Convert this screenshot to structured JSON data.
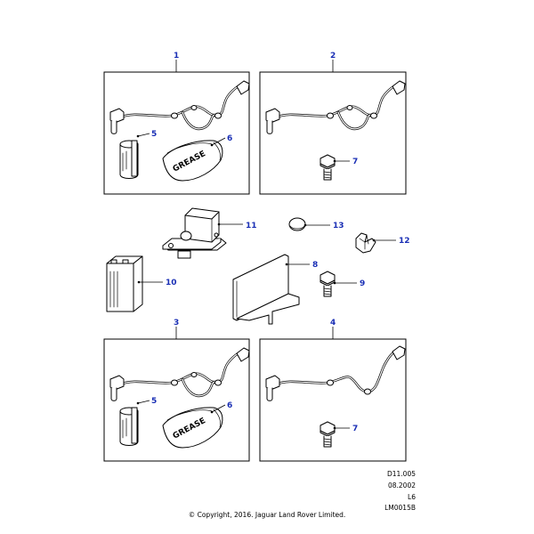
{
  "callouts": {
    "kit_1": "1",
    "kit_2": "2",
    "kit_3": "3",
    "kit_4": "4",
    "clip_5_top": "5",
    "grease_6_top": "6",
    "bolt_7_top": "7",
    "bracket_8": "8",
    "bolt_9": "9",
    "sensor_10": "10",
    "module_11": "11",
    "clip_12": "12",
    "cap_13": "13",
    "clip_5_bottom": "5",
    "grease_6_bottom": "6",
    "bolt_7_bottom": "7"
  },
  "labels": {
    "grease_top": "GREASE",
    "grease_bottom": "GREASE"
  },
  "info": {
    "doc_number": "D11.005",
    "date": "08.2002",
    "model": "L6",
    "illustration_id": "LM0015B"
  },
  "footer": {
    "copyright": "© Copyright, 2016. Jaguar Land Rover Limited."
  },
  "colors": {
    "callout": "#1a2fb5",
    "line": "#000000",
    "background": "#ffffff"
  }
}
